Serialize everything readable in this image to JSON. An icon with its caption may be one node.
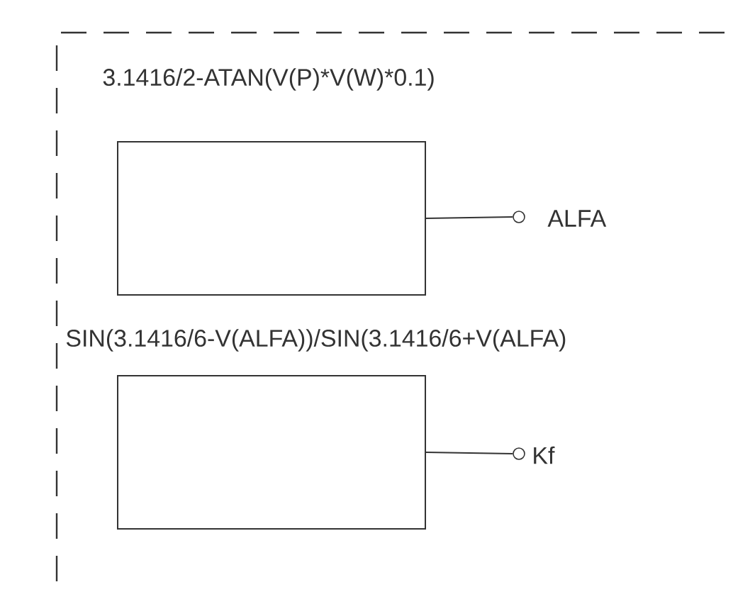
{
  "diagram": {
    "nodes": [
      {
        "text": [
          "3.1416/2-ATAN(V(P)*V(W)*0.1)"
        ]
      },
      {
        "text": [],
        "shape": "circle",
        "beside": [
          "ALFA"
        ]
      },
      {
        "text": [
          "SIN(3.1416/6-V(ALFA))/SIN(3.1416/6+V(ALFA)"
        ]
      },
      {
        "text": [],
        "shape": "circle",
        "beside": [
          "Kf"
        ]
      }
    ],
    "edges": [
      {
        "from": 0,
        "to": 1,
        "arrow": "none"
      },
      {
        "from": 2,
        "to": 3,
        "arrow": "none"
      }
    ]
  }
}
